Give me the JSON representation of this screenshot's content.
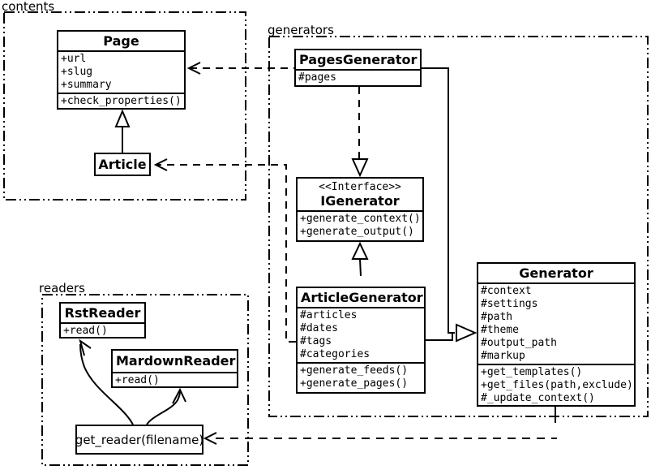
{
  "diagram": {
    "packages": {
      "contents": "contents",
      "generators": "generators",
      "readers": "readers"
    },
    "classes": {
      "page": {
        "name": "Page",
        "attrs": [
          "+url",
          "+slug",
          "+summary"
        ],
        "methods": [
          "+check_properties()"
        ]
      },
      "article": {
        "name": "Article"
      },
      "pages_generator": {
        "name": "PagesGenerator",
        "attrs": [
          "#pages"
        ]
      },
      "igenerator": {
        "stereotype": "<<Interface>>",
        "name": "IGenerator",
        "methods": [
          "+generate_context()",
          "+generate_output()"
        ]
      },
      "article_generator": {
        "name": "ArticleGenerator",
        "attrs": [
          "#articles",
          "#dates",
          "#tags",
          "#categories"
        ],
        "methods": [
          "+generate_feeds()",
          "+generate_pages()"
        ]
      },
      "generator": {
        "name": "Generator",
        "attrs": [
          "#context",
          "#settings",
          "#path",
          "#theme",
          "#output_path",
          "#markup"
        ],
        "methods": [
          "+get_templates()",
          "+get_files(path,exclude)",
          "#_update_context()"
        ]
      },
      "rst_reader": {
        "name": "RstReader",
        "methods": [
          "+read()"
        ]
      },
      "mardown_reader": {
        "name": "MardownReader",
        "methods": [
          "+read()"
        ]
      },
      "get_reader": {
        "name": "get_reader(filename)"
      }
    },
    "relationships": [
      {
        "from": "Article",
        "to": "Page",
        "type": "generalization"
      },
      {
        "from": "PagesGenerator",
        "to": "Page",
        "type": "dependency"
      },
      {
        "from": "ArticleGenerator",
        "to": "Article",
        "type": "dependency"
      },
      {
        "from": "PagesGenerator",
        "to": "IGenerator",
        "type": "realization"
      },
      {
        "from": "ArticleGenerator",
        "to": "IGenerator",
        "type": "generalization"
      },
      {
        "from": "PagesGenerator",
        "to": "Generator",
        "type": "generalization"
      },
      {
        "from": "ArticleGenerator",
        "to": "Generator",
        "type": "generalization"
      },
      {
        "from": "Generator",
        "to": "get_reader(filename)",
        "type": "dependency"
      },
      {
        "from": "get_reader(filename)",
        "to": "RstReader",
        "type": "arrow"
      },
      {
        "from": "get_reader(filename)",
        "to": "MardownReader",
        "type": "arrow"
      }
    ],
    "colors": {
      "stroke": "#000000",
      "fill": "#ffffff"
    }
  }
}
